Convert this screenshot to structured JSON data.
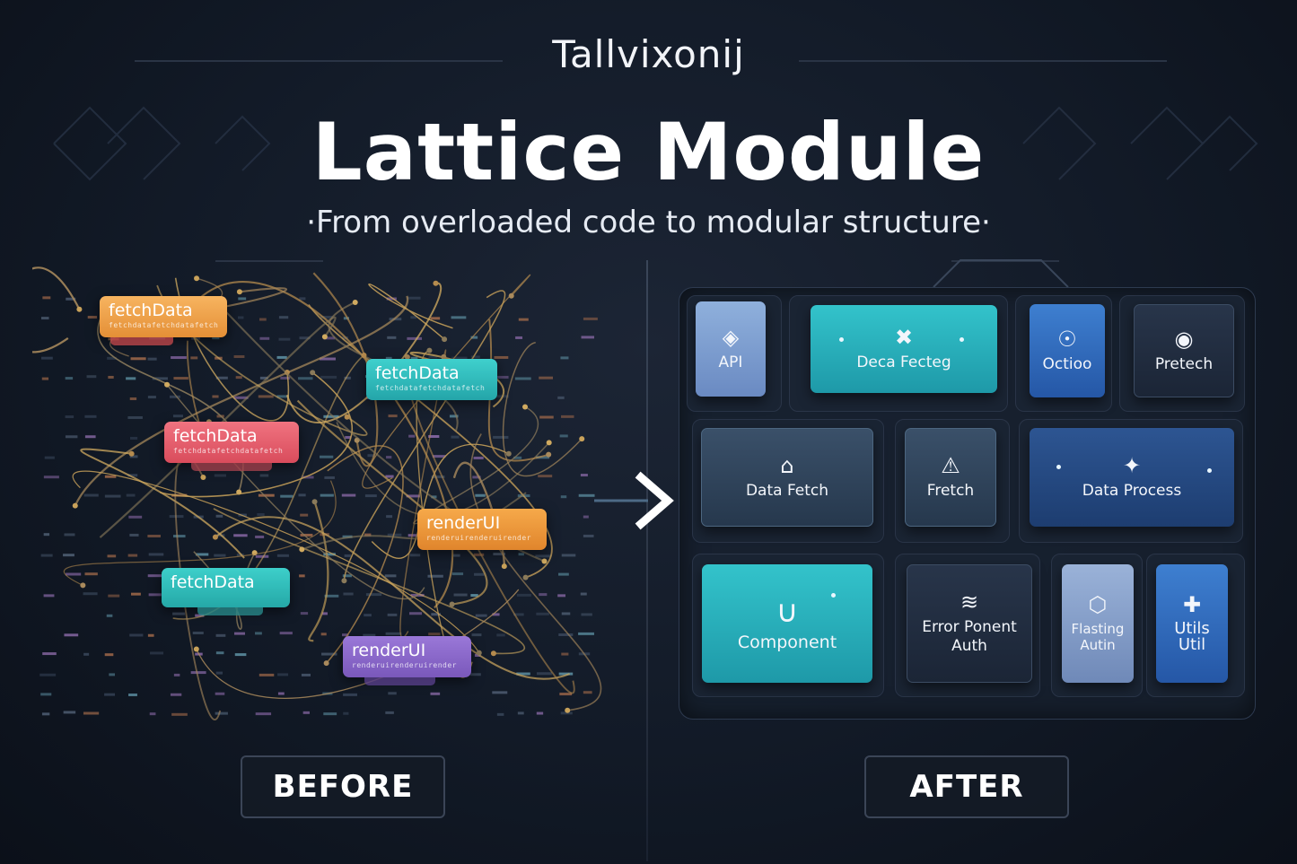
{
  "header": {
    "brand": "Tallvixonij",
    "title": "Lattice Module",
    "subtitle": "·From overloaded code to modular structure·"
  },
  "before": {
    "label": "BEFORE",
    "nodes": [
      {
        "label": "fetchData",
        "sub": "fetchdatafetchdatafetch",
        "color": "#f2a649"
      },
      {
        "label": "fetchData",
        "sub": "fetchdatafetchdatafetch",
        "color": "#2fc2c2"
      },
      {
        "label": "fetchData",
        "sub": "fetchdatafetchdatafetch",
        "color": "#e8606e"
      },
      {
        "label": "renderUI",
        "sub": "renderuirenderuirender",
        "color": "#ef9a3c"
      },
      {
        "label": "fetchData",
        "sub": "",
        "color": "#2bbdb8"
      },
      {
        "label": "renderUI",
        "sub": "renderuirenderuirender",
        "color": "#8a67c9"
      }
    ]
  },
  "after": {
    "label": "AFTER",
    "tiles": [
      {
        "label": "API",
        "icon": "diamond-icon"
      },
      {
        "label": "Deca Fecteg",
        "icon": "scissors-icon"
      },
      {
        "label": "Octioo",
        "icon": "pin-icon"
      },
      {
        "label": "Pretech",
        "icon": "target-icon"
      },
      {
        "label": "Data Fetch",
        "icon": "home-icon"
      },
      {
        "label": "Fretch",
        "icon": "alert-icon"
      },
      {
        "label": "Data Process",
        "icon": "bird-icon"
      },
      {
        "label": "Component",
        "icon": "u-icon"
      },
      {
        "label": "Error Ponent\nAuth",
        "icon": "wifi-icon"
      },
      {
        "label": "Flasting\nAutin",
        "icon": "hexagon-icon"
      },
      {
        "label": "Utils\nUtil",
        "icon": "cross-icon"
      }
    ]
  },
  "colors": {
    "background": "#121a27",
    "teal": "#2bb8c3",
    "blue": "#2f6cc0"
  }
}
